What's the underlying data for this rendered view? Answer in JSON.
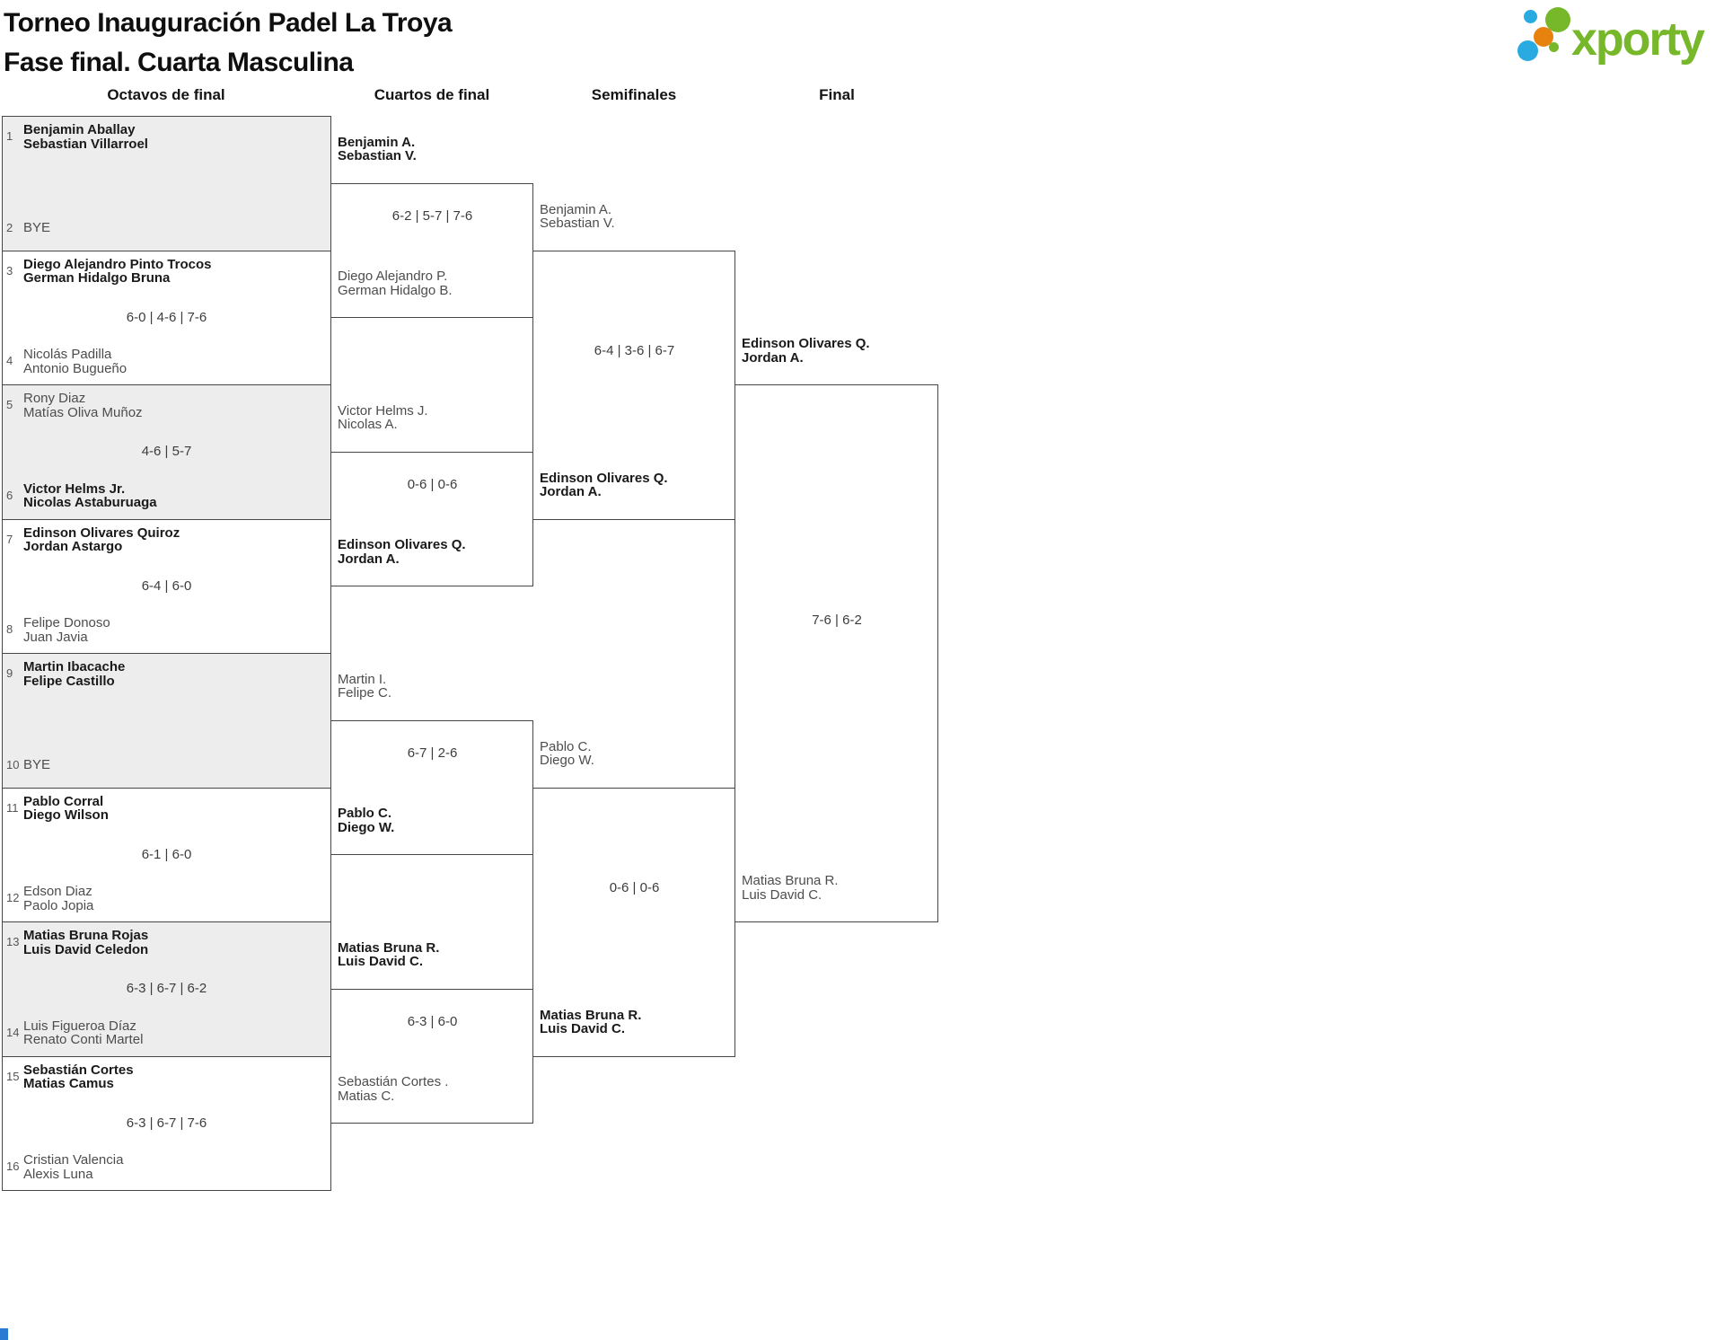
{
  "header": {
    "title_line1": "Torneo Inauguración Padel La Troya",
    "title_line2": "Fase final. Cuarta Masculina",
    "logo_text": "xporty"
  },
  "brand_colors": {
    "green": "#76b82a",
    "blue": "#29abe2",
    "orange": "#e8820e",
    "corner_mark_blue": "#2b7bd4",
    "box_border_gray": "#474747",
    "shade_gray": "#ededed"
  },
  "rounds": [
    {
      "label": "Octavos de final"
    },
    {
      "label": "Cuartos de final"
    },
    {
      "label": "Semifinales"
    },
    {
      "label": "Final"
    }
  ],
  "octavos": [
    {
      "seed_top": "1",
      "top": [
        "Benjamin Aballay",
        "Sebastian Villarroel"
      ],
      "top_winner": true,
      "seed_bottom": "2",
      "bottom": [
        "BYE"
      ],
      "bottom_winner": false,
      "score": "",
      "shaded": true
    },
    {
      "seed_top": "3",
      "top": [
        "Diego Alejandro Pinto Trocos",
        "German Hidalgo Bruna"
      ],
      "top_winner": true,
      "seed_bottom": "4",
      "bottom": [
        "Nicolás Padilla",
        "Antonio Bugueño"
      ],
      "bottom_winner": false,
      "score": "6-0 | 4-6 | 7-6",
      "shaded": false
    },
    {
      "seed_top": "5",
      "top": [
        "Rony Diaz",
        "Matías Oliva Muñoz"
      ],
      "top_winner": false,
      "seed_bottom": "6",
      "bottom": [
        "Victor Helms Jr.",
        "Nicolas Astaburuaga"
      ],
      "bottom_winner": true,
      "score": "4-6 | 5-7",
      "shaded": true
    },
    {
      "seed_top": "7",
      "top": [
        "Edinson Olivares Quiroz",
        "Jordan Astargo"
      ],
      "top_winner": true,
      "seed_bottom": "8",
      "bottom": [
        "Felipe Donoso",
        "Juan Javia"
      ],
      "bottom_winner": false,
      "score": "6-4 | 6-0",
      "shaded": false
    },
    {
      "seed_top": "9",
      "top": [
        "Martin Ibacache",
        "Felipe Castillo"
      ],
      "top_winner": true,
      "seed_bottom": "10",
      "bottom": [
        "BYE"
      ],
      "bottom_winner": false,
      "score": "",
      "shaded": true
    },
    {
      "seed_top": "11",
      "top": [
        "Pablo Corral",
        "Diego Wilson"
      ],
      "top_winner": true,
      "seed_bottom": "12",
      "bottom": [
        "Edson Diaz",
        "Paolo Jopia"
      ],
      "bottom_winner": false,
      "score": "6-1 | 6-0",
      "shaded": false
    },
    {
      "seed_top": "13",
      "top": [
        "Matias Bruna Rojas",
        "Luis David Celedon"
      ],
      "top_winner": true,
      "seed_bottom": "14",
      "bottom": [
        "Luis Figueroa Díaz",
        "Renato Conti Martel"
      ],
      "bottom_winner": false,
      "score": "6-3 | 6-7 | 6-2",
      "shaded": true
    },
    {
      "seed_top": "15",
      "top": [
        "Sebastián Cortes",
        "Matias Camus"
      ],
      "top_winner": true,
      "seed_bottom": "16",
      "bottom": [
        "Cristian Valencia",
        "Alexis Luna"
      ],
      "bottom_winner": false,
      "score": "6-3 | 6-7 | 7-6",
      "shaded": false
    }
  ],
  "cuartos": [
    {
      "top": [
        "Benjamin A.",
        "Sebastian V."
      ],
      "top_winner": true,
      "bottom": [
        "Diego Alejandro P.",
        "German Hidalgo B."
      ],
      "bottom_winner": false,
      "score": "6-2 | 5-7 | 7-6"
    },
    {
      "top": [
        "Victor Helms J.",
        "Nicolas A."
      ],
      "top_winner": false,
      "bottom": [
        "Edinson Olivares Q.",
        "Jordan A."
      ],
      "bottom_winner": true,
      "score": "0-6 | 0-6"
    },
    {
      "top": [
        "Martin I.",
        "Felipe C."
      ],
      "top_winner": false,
      "bottom": [
        "Pablo C.",
        "Diego W."
      ],
      "bottom_winner": true,
      "score": "6-7 | 2-6"
    },
    {
      "top": [
        "Matias Bruna R.",
        "Luis David C."
      ],
      "top_winner": true,
      "bottom": [
        "Sebastián Cortes .",
        "Matias C."
      ],
      "bottom_winner": false,
      "score": "6-3 | 6-0"
    }
  ],
  "semifinales": [
    {
      "top": [
        "Benjamin A.",
        "Sebastian V."
      ],
      "top_winner": false,
      "bottom": [
        "Edinson Olivares Q.",
        "Jordan A."
      ],
      "bottom_winner": true,
      "score": "6-4 | 3-6 | 6-7"
    },
    {
      "top": [
        "Pablo C.",
        "Diego W."
      ],
      "top_winner": false,
      "bottom": [
        "Matias Bruna R.",
        "Luis David C."
      ],
      "bottom_winner": true,
      "score": "0-6 | 0-6"
    }
  ],
  "final_match": {
    "top": [
      "Edinson Olivares Q.",
      "Jordan A."
    ],
    "top_winner": true,
    "bottom": [
      "Matias Bruna R.",
      "Luis David C."
    ],
    "bottom_winner": false,
    "score": "7-6 | 6-2"
  }
}
